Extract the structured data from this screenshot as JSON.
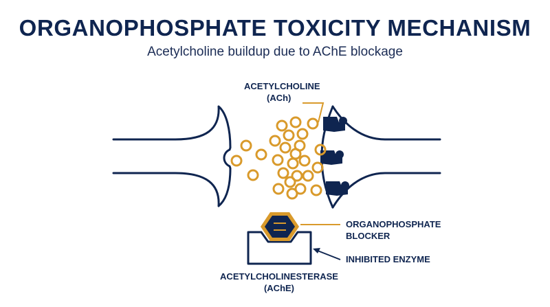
{
  "header": {
    "title": "ORGANOPHOSPHATE TOXICITY MECHANISM",
    "subtitle": "Acetylcholine buildup due to AChE blockage"
  },
  "labels": {
    "acetylcholine_line1": "ACETYLCHOLINE",
    "acetylcholine_line2": "(ACh)",
    "blocker_line1": "ORGANOPHOSPHATE",
    "blocker_line2": "BLOCKER",
    "inhibited_enzyme": "INHIBITED ENZYME",
    "enzyme_line1": "ACETYLCHOLINESTERASE",
    "enzyme_line2": "(AChE)"
  },
  "colors": {
    "navy": "#0f2550",
    "gold": "#d99a2b",
    "background": "#ffffff"
  }
}
